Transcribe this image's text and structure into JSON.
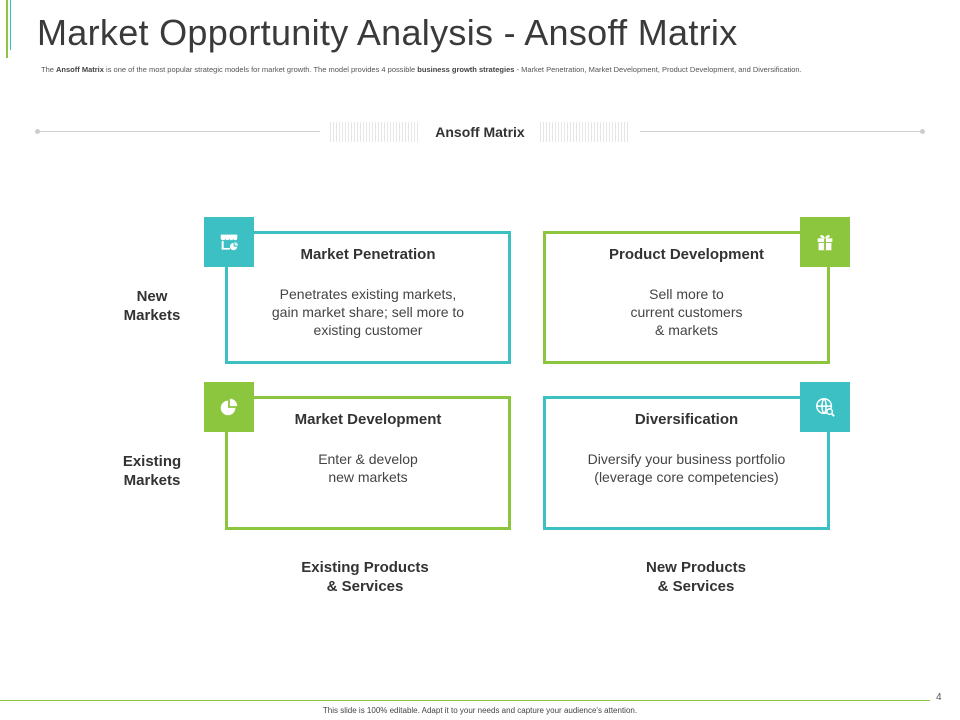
{
  "slide": {
    "title": "Market Opportunity Analysis - Ansoff Matrix",
    "subtitle": {
      "part1": "The ",
      "bold1": "Ansoff Matrix",
      "part2": " is one of the most popular strategic models for market growth. The model provides 4 possible ",
      "bold2": "business growth strategies",
      "part3": " - Market Penetration, Market Development, Product Development, and Diversification."
    },
    "matrix_label": "Ansoff Matrix"
  },
  "quadrants": {
    "market_penetration": {
      "title": "Market Penetration",
      "lines": [
        "Penetrates existing markets,",
        "gain market share; sell more to",
        "existing customer"
      ],
      "icon": "store-chart-icon"
    },
    "product_development": {
      "title": "Product Development",
      "lines": [
        "Sell more to",
        "current customers",
        "& markets"
      ],
      "icon": "gift-box-icon"
    },
    "market_development": {
      "title": "Market Development",
      "lines": [
        "Enter & develop",
        "new markets"
      ],
      "icon": "pie-chart-icon"
    },
    "diversification": {
      "title": "Diversification",
      "lines": [
        "Diversify your business portfolio",
        "(leverage core competencies)"
      ],
      "icon": "globe-search-icon"
    }
  },
  "row_labels": {
    "new_markets": [
      "New",
      "Markets"
    ],
    "existing_markets": [
      "Existing",
      "Markets"
    ]
  },
  "col_labels": {
    "existing_products": [
      "Existing Products",
      "& Services"
    ],
    "new_products": [
      "New Products",
      "& Services"
    ]
  },
  "footer": {
    "text": "This slide is 100% editable. Adapt it to your needs and capture your audience's attention.",
    "page_number": "4"
  },
  "colors": {
    "teal": "#3cc0c3",
    "green": "#8cc63f"
  }
}
